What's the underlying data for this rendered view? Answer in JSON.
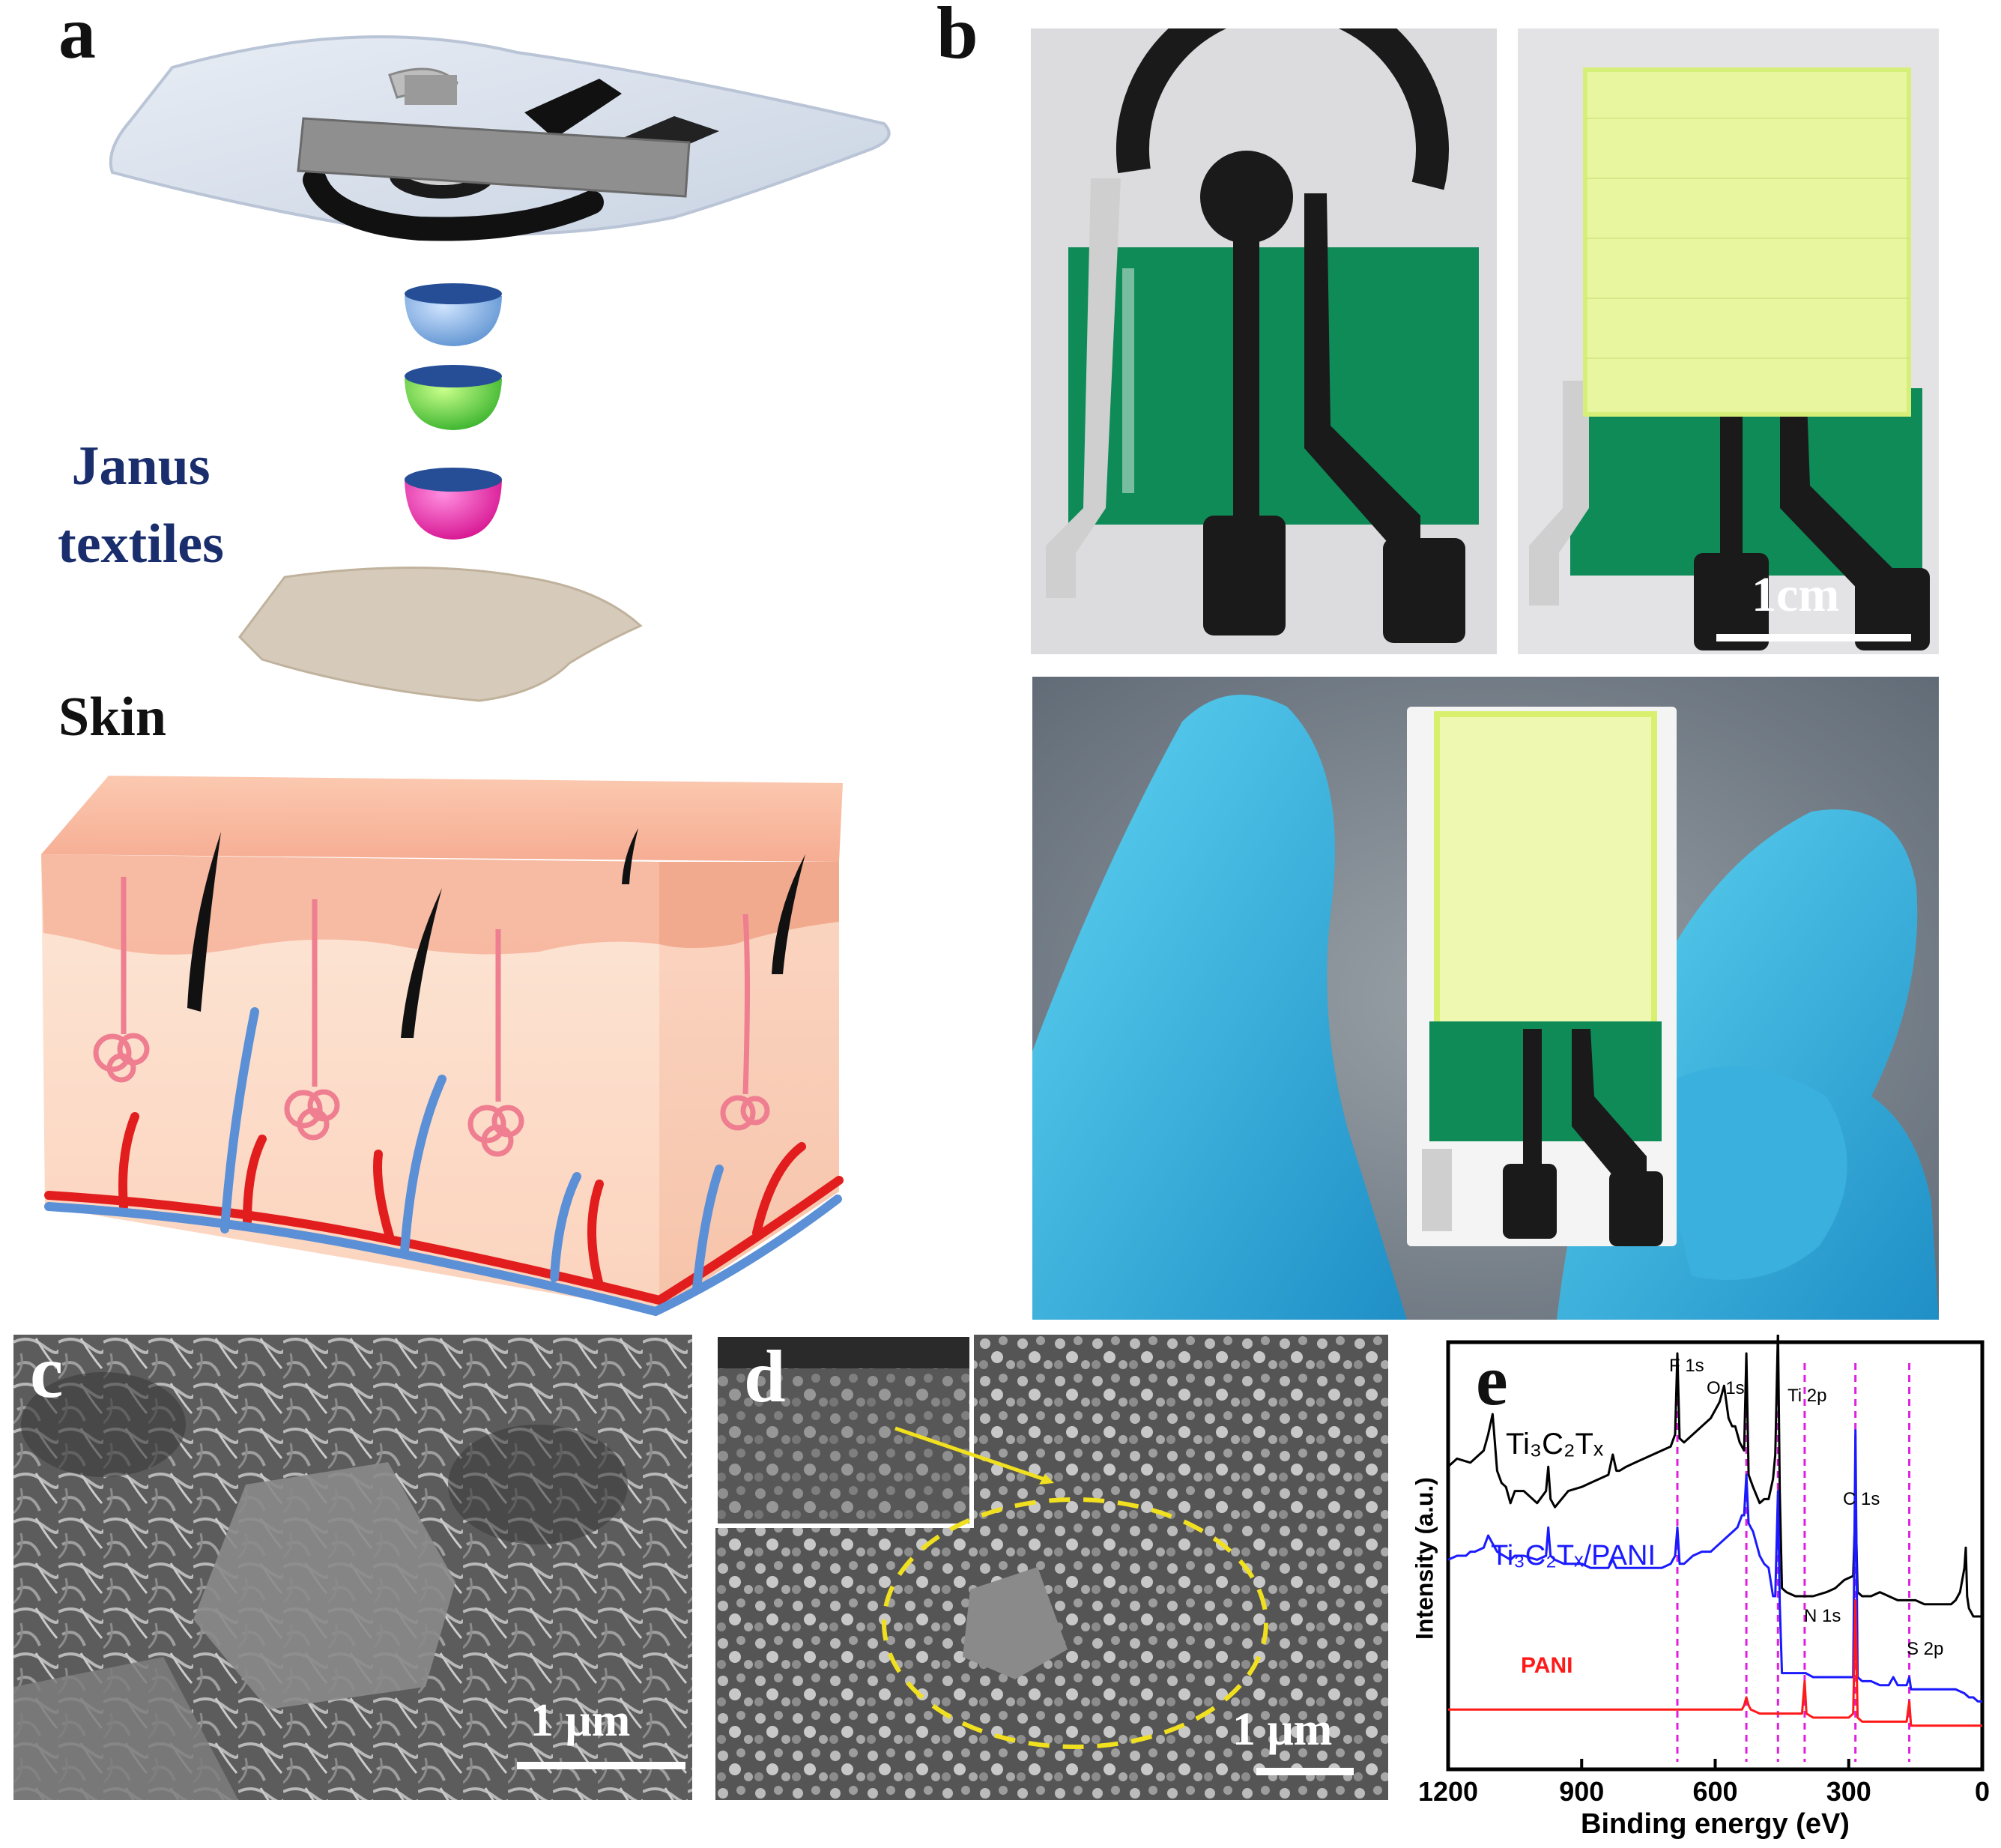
{
  "panel_a": {
    "letter": "a",
    "label_janus": [
      "Janus",
      "textiles"
    ],
    "label_skin": "Skin"
  },
  "panel_b": {
    "letter": "b",
    "scale_label": "1cm"
  },
  "panel_c": {
    "letter": "c",
    "scale_label": "1 μm"
  },
  "panel_d": {
    "letter": "d",
    "scale_label": "1 μm"
  },
  "panel_e": {
    "letter": "e",
    "peak_labels": [
      "F 1s",
      "O 1s",
      "Ti 2p",
      "C 1s",
      "N 1s",
      "S 2p"
    ],
    "series_labels": [
      "Ti₃C₂Tₓ",
      "Ti₃C₂Tₓ/PANI",
      "PANI"
    ]
  },
  "colors": {
    "janus_blue": "#1a2e6e",
    "trace_black": "#000000",
    "trace_blue": "#1a1aff",
    "trace_red": "#ff1a1a",
    "peak_line": "#e020e0",
    "annotation_yellow": "#f0e020"
  },
  "chart_data": {
    "type": "line",
    "title": "",
    "xlabel": "Binding energy (eV)",
    "ylabel": "Intensity (a.u.)",
    "xlim": [
      1200,
      0
    ],
    "x_ticks": [
      1200,
      900,
      600,
      300,
      0
    ],
    "x_reversed": true,
    "y_ticks_shown": false,
    "grid": false,
    "legend": "inline labels",
    "peak_positions": [
      {
        "label": "F 1s",
        "x": 685
      },
      {
        "label": "O 1s",
        "x": 530
      },
      {
        "label": "Ti 2p",
        "x": 459
      },
      {
        "label": "N 1s",
        "x": 399
      },
      {
        "label": "C 1s",
        "x": 285
      },
      {
        "label": "S 2p",
        "x": 164
      }
    ],
    "series": [
      {
        "name": "Ti₃C₂Tₓ",
        "color": "#000000",
        "x": [
          1200,
          1180,
          1150,
          1130,
          1120,
          1110,
          1100,
          1090,
          1080,
          1070,
          1060,
          1050,
          1030,
          1000,
          980,
          975,
          970,
          960,
          930,
          900,
          880,
          860,
          840,
          830,
          822,
          815,
          800,
          780,
          760,
          740,
          720,
          700,
          690,
          685,
          680,
          670,
          650,
          630,
          610,
          600,
          590,
          580,
          570,
          562,
          555,
          545,
          535,
          530,
          525,
          515,
          500,
          490,
          480,
          470,
          465,
          459,
          455,
          450,
          440,
          420,
          400,
          380,
          350,
          330,
          310,
          290,
          285,
          280,
          270,
          250,
          230,
          210,
          190,
          170,
          150,
          130,
          110,
          90,
          70,
          60,
          50,
          40,
          37,
          34,
          30,
          20,
          10,
          0
        ],
        "y": [
          0.72,
          0.74,
          0.73,
          0.75,
          0.76,
          0.8,
          0.85,
          0.71,
          0.68,
          0.67,
          0.63,
          0.66,
          0.66,
          0.63,
          0.66,
          0.72,
          0.64,
          0.62,
          0.66,
          0.67,
          0.68,
          0.69,
          0.7,
          0.75,
          0.71,
          0.71,
          0.72,
          0.73,
          0.74,
          0.75,
          0.76,
          0.77,
          0.8,
          1.0,
          0.79,
          0.78,
          0.8,
          0.82,
          0.84,
          0.86,
          0.88,
          0.92,
          0.84,
          0.82,
          0.82,
          0.78,
          0.76,
          1.0,
          0.7,
          0.67,
          0.63,
          0.64,
          0.64,
          0.69,
          0.75,
          1.06,
          0.66,
          0.42,
          0.41,
          0.4,
          0.4,
          0.4,
          0.41,
          0.42,
          0.44,
          0.45,
          0.63,
          0.41,
          0.4,
          0.4,
          0.41,
          0.4,
          0.39,
          0.39,
          0.39,
          0.38,
          0.38,
          0.38,
          0.38,
          0.39,
          0.41,
          0.47,
          0.52,
          0.4,
          0.37,
          0.35,
          0.35,
          0.35
        ]
      },
      {
        "name": "Ti₃C₂Tₓ/PANI",
        "color": "#1a1aff",
        "x": [
          1200,
          1180,
          1160,
          1150,
          1140,
          1120,
          1110,
          1100,
          1090,
          1075,
          1060,
          1050,
          1030,
          1000,
          980,
          975,
          970,
          960,
          940,
          900,
          880,
          860,
          840,
          830,
          822,
          815,
          800,
          780,
          760,
          740,
          720,
          700,
          690,
          685,
          680,
          670,
          650,
          630,
          610,
          600,
          590,
          580,
          570,
          560,
          550,
          540,
          535,
          530,
          525,
          515,
          500,
          490,
          480,
          470,
          465,
          459,
          455,
          450,
          440,
          420,
          400,
          399,
          397,
          380,
          350,
          330,
          310,
          290,
          285,
          280,
          270,
          250,
          230,
          210,
          200,
          190,
          170,
          164,
          160,
          150,
          130,
          110,
          90,
          70,
          60,
          40,
          30,
          20,
          10,
          0
        ],
        "y": [
          0.49,
          0.5,
          0.5,
          0.51,
          0.51,
          0.52,
          0.55,
          0.53,
          0.51,
          0.5,
          0.49,
          0.5,
          0.5,
          0.49,
          0.5,
          0.57,
          0.5,
          0.49,
          0.48,
          0.48,
          0.47,
          0.47,
          0.47,
          0.49,
          0.47,
          0.47,
          0.47,
          0.47,
          0.47,
          0.47,
          0.47,
          0.48,
          0.5,
          0.57,
          0.48,
          0.48,
          0.5,
          0.51,
          0.51,
          0.52,
          0.53,
          0.54,
          0.55,
          0.56,
          0.57,
          0.6,
          0.6,
          0.7,
          0.58,
          0.56,
          0.5,
          0.48,
          0.47,
          0.4,
          0.4,
          0.66,
          0.38,
          0.21,
          0.21,
          0.21,
          0.21,
          0.21,
          0.21,
          0.2,
          0.2,
          0.2,
          0.2,
          0.2,
          0.81,
          0.2,
          0.19,
          0.19,
          0.18,
          0.18,
          0.2,
          0.18,
          0.18,
          0.2,
          0.17,
          0.17,
          0.17,
          0.17,
          0.17,
          0.17,
          0.17,
          0.16,
          0.15,
          0.15,
          0.14,
          0.14
        ]
      },
      {
        "name": "PANI",
        "color": "#ff1a1a",
        "x": [
          1200,
          1150,
          1100,
          1050,
          1000,
          950,
          900,
          850,
          800,
          750,
          700,
          650,
          600,
          570,
          540,
          535,
          530,
          525,
          520,
          500,
          450,
          420,
          405,
          399,
          395,
          380,
          350,
          320,
          300,
          290,
          285,
          280,
          270,
          250,
          220,
          200,
          180,
          170,
          164,
          160,
          140,
          100,
          60,
          30,
          0
        ],
        "y": [
          0.12,
          0.12,
          0.12,
          0.12,
          0.12,
          0.12,
          0.12,
          0.12,
          0.12,
          0.12,
          0.12,
          0.12,
          0.12,
          0.12,
          0.12,
          0.13,
          0.15,
          0.13,
          0.12,
          0.11,
          0.11,
          0.11,
          0.11,
          0.19,
          0.11,
          0.1,
          0.1,
          0.1,
          0.1,
          0.11,
          0.39,
          0.1,
          0.09,
          0.09,
          0.09,
          0.09,
          0.09,
          0.09,
          0.14,
          0.08,
          0.08,
          0.08,
          0.08,
          0.08,
          0.08
        ]
      }
    ]
  }
}
